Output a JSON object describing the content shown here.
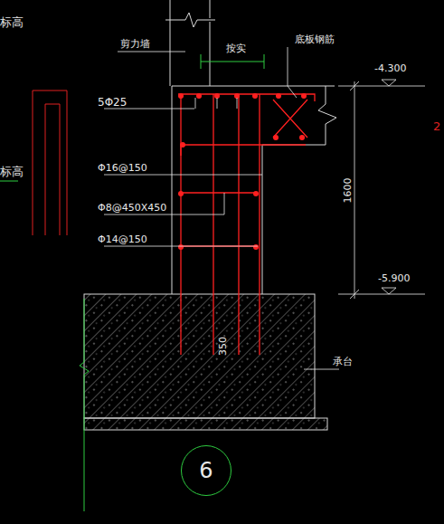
{
  "diagram": {
    "nodes": [
      {
        "text": [
          "6"
        ]
      }
    ],
    "labels": [
      "标高",
      "剪力墙",
      "按实",
      "底板钢筋",
      "-4.300",
      "2",
      "5Φ25",
      "标高",
      "Φ16@150",
      "Φ8@450X450",
      "1600",
      "Φ14@150",
      "-5.900",
      "350",
      "承台"
    ]
  }
}
